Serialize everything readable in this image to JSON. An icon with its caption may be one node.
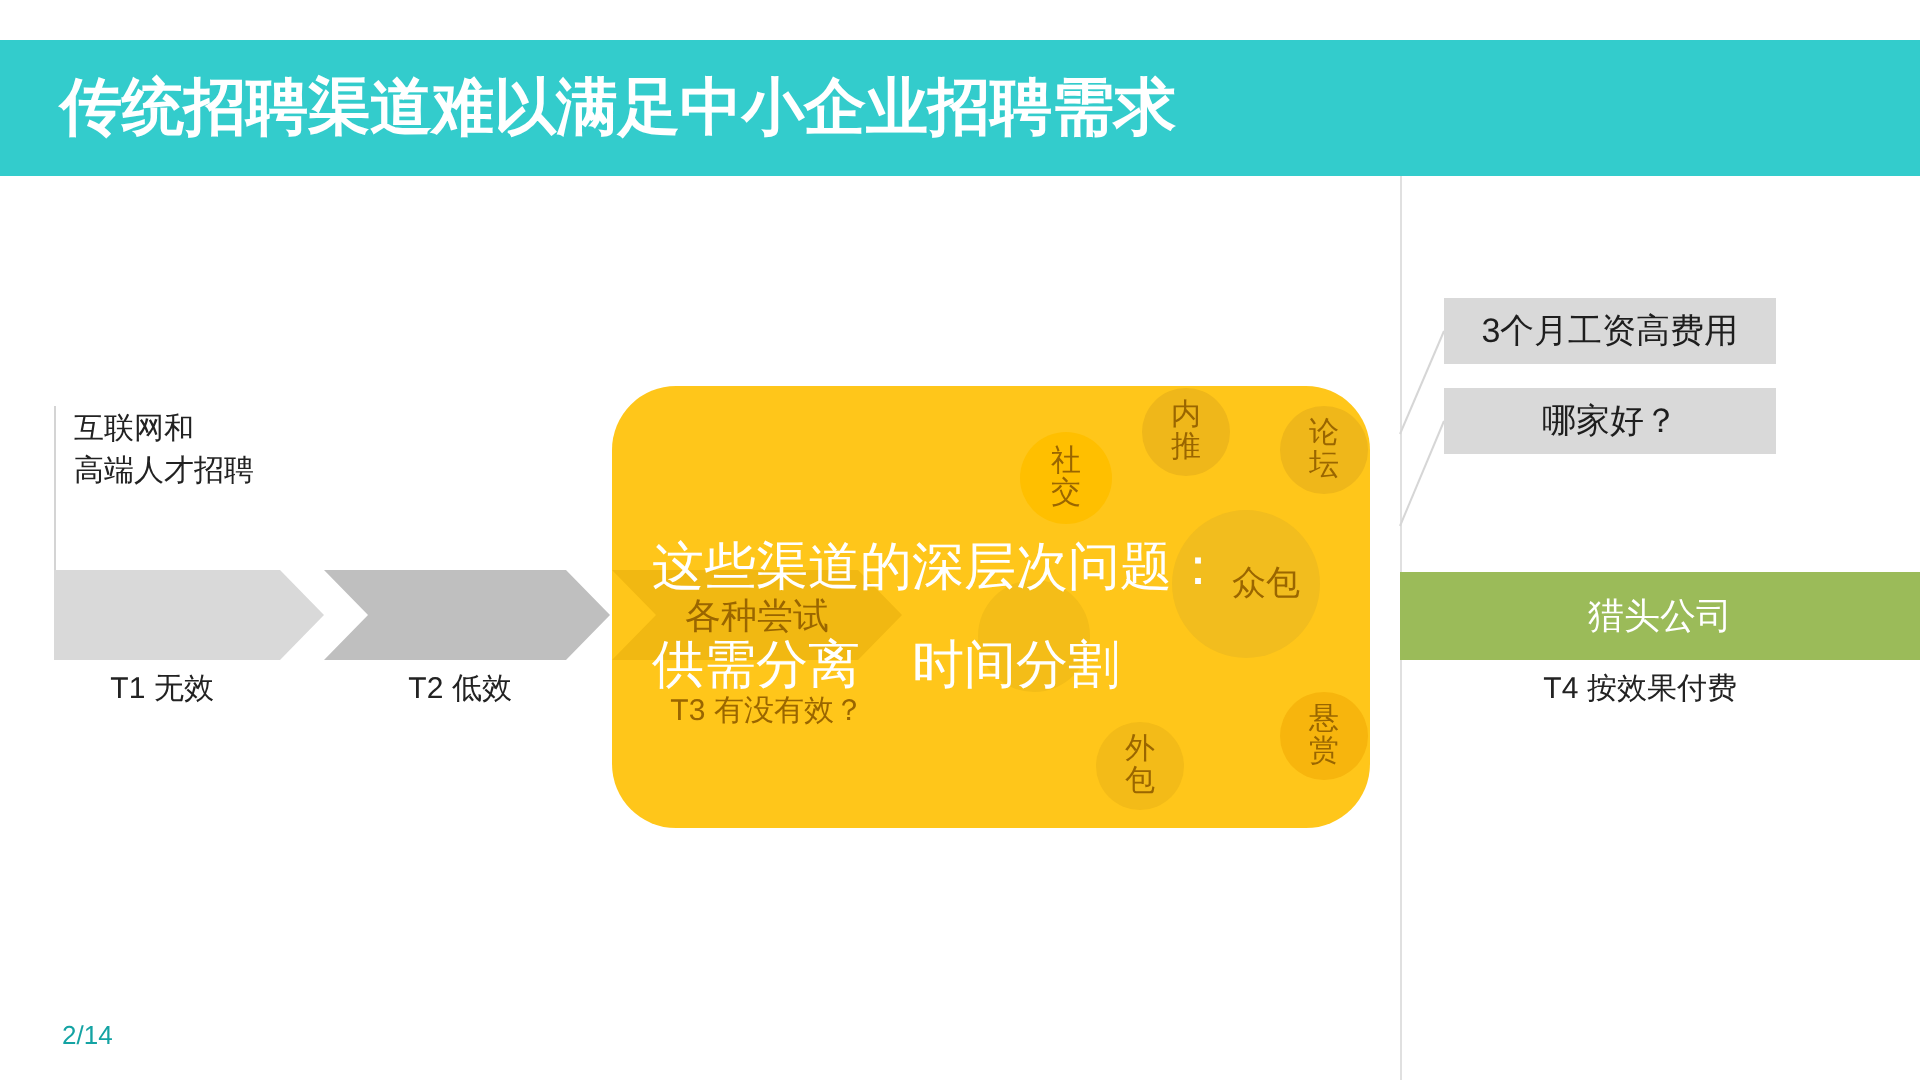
{
  "diagram": {
    "title": "传统招聘渠道难以满足中小企业招聘需求",
    "nodes": [
      {
        "text": [],
        "shape": "chevron",
        "beside": [
          "T1 无效"
        ]
      },
      {
        "text": [],
        "shape": "chevron",
        "beside": [
          "T2 低效"
        ]
      },
      {
        "text": [
          "这些渠道的深层次问题：",
          "供需分离　时间分割"
        ]
      },
      {
        "text": [
          "各种尝试"
        ],
        "in": 2,
        "beside": [
          "T3 有没有效？"
        ]
      },
      {
        "text": [
          "内推"
        ],
        "in": 2
      },
      {
        "text": [
          "论坛"
        ],
        "in": 2
      },
      {
        "text": [
          "社交"
        ],
        "in": 2
      },
      {
        "text": [
          "众包"
        ],
        "in": 2
      },
      {
        "text": [],
        "shape": "circle",
        "in": 2
      },
      {
        "text": [
          "悬赏"
        ],
        "in": 2
      },
      {
        "text": [
          "外包"
        ],
        "in": 2
      },
      {
        "text": [
          "3个月工资高费用"
        ]
      },
      {
        "text": [
          "哪家好？"
        ]
      },
      {
        "text": [
          "猎头公司"
        ],
        "beside": [
          "T4 按效果付费"
        ]
      }
    ],
    "edges": [
      {
        "from": 11,
        "to": null,
        "arrow": "none"
      },
      {
        "from": 12,
        "to": null,
        "arrow": "none"
      }
    ],
    "labels": [
      "互联网和高端人才招聘",
      "2/14"
    ]
  }
}
